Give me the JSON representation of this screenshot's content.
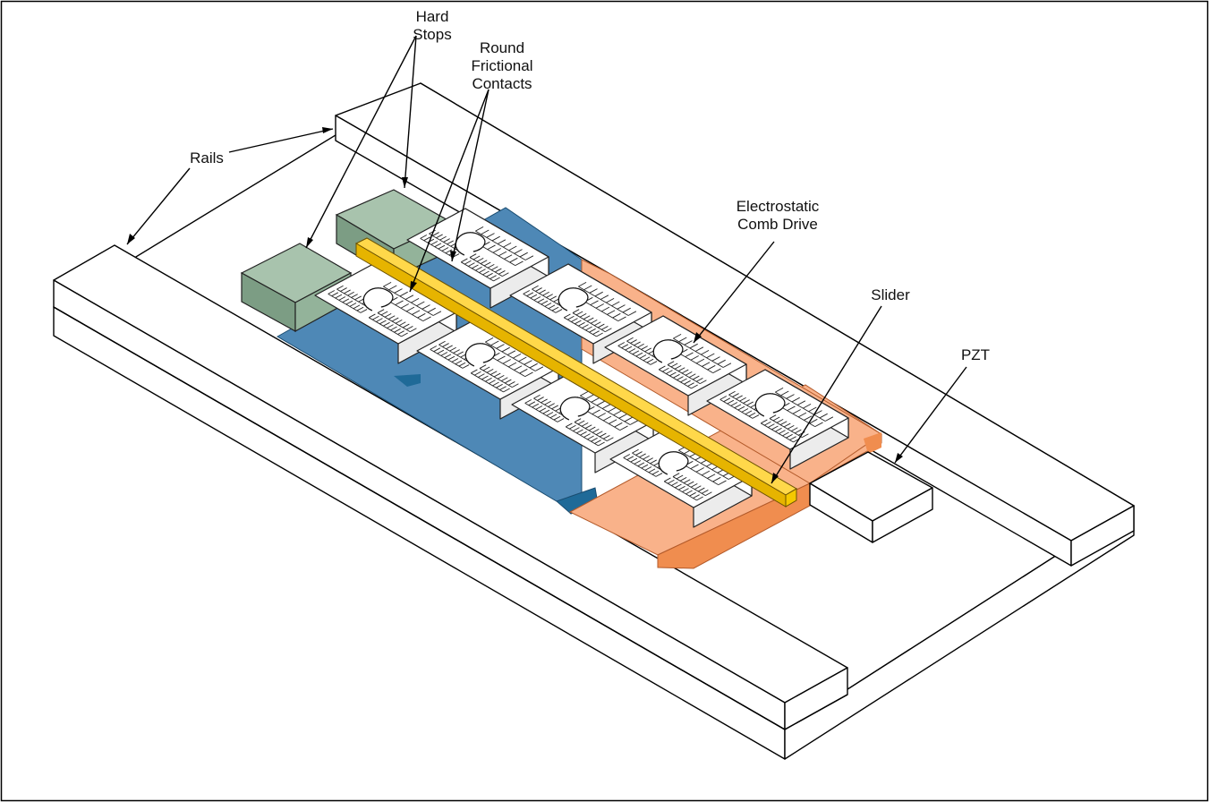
{
  "labels": {
    "hard_stops_1": "Hard",
    "hard_stops_2": "Stops",
    "round_1": "Round",
    "round_2": "Frictional",
    "round_3": "Contacts",
    "rails": "Rails",
    "comb_1": "Electrostatic",
    "comb_2": "Comb Drive",
    "slider": "Slider",
    "pzt": "PZT"
  },
  "colors": {
    "blue_top": "#4e88b6",
    "blue_side": "#1f6a98",
    "orange_top": "#f9b28a",
    "orange_side": "#f08d4f",
    "green_top": "#a8c3ad",
    "green_side": "#7c9d84",
    "slider_top": "#ffd84a",
    "slider_side": "#e6b400"
  }
}
